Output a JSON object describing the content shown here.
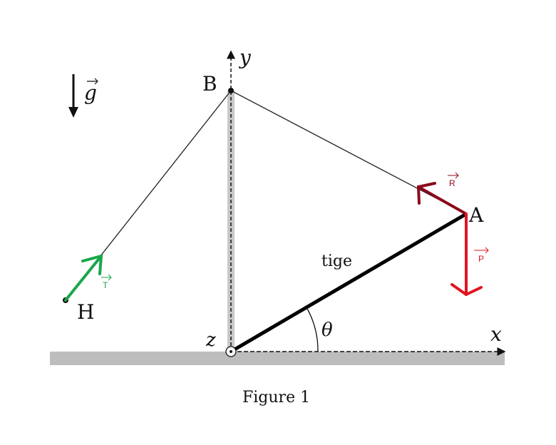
{
  "labels": {
    "B": "B",
    "A": "A",
    "H": "H",
    "x": "x",
    "y": "y",
    "z": "z",
    "theta": "θ",
    "rod": "tige",
    "g": "g",
    "caption": "Figure 1"
  },
  "vectors": {
    "R": {
      "label": "R",
      "color": "#8b0a1a"
    },
    "P": {
      "label": "P",
      "color": "#e0141e"
    },
    "T": {
      "label": "T",
      "color": "#1aa64a"
    }
  },
  "colors": {
    "ground": "#bdbdbd",
    "ink": "#111111"
  }
}
